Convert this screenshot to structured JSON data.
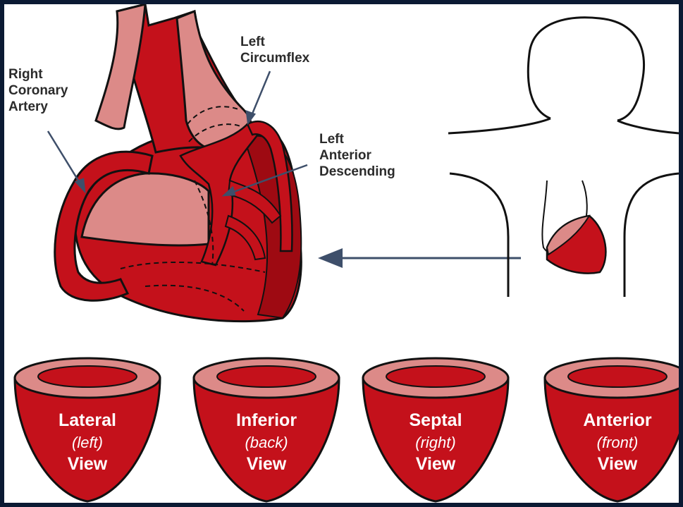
{
  "labels": {
    "rca": "Right\nCoronary\nArtery",
    "lcx": "Left\nCircumflex",
    "lad": "Left\nAnterior\nDescending"
  },
  "views": [
    {
      "name": "Lateral",
      "dir": "(left)",
      "word": "View"
    },
    {
      "name": "Inferior",
      "dir": "(back)",
      "word": "View"
    },
    {
      "name": "Septal",
      "dir": "(right)",
      "word": "View"
    },
    {
      "name": "Anterior",
      "dir": "(front)",
      "word": "View"
    }
  ],
  "colors": {
    "heart_red": "#c4111b",
    "heart_dark": "#9e0a12",
    "heart_pink": "#dc8a88",
    "arrow": "#3e4f6a",
    "frame": "#0b1a33"
  }
}
